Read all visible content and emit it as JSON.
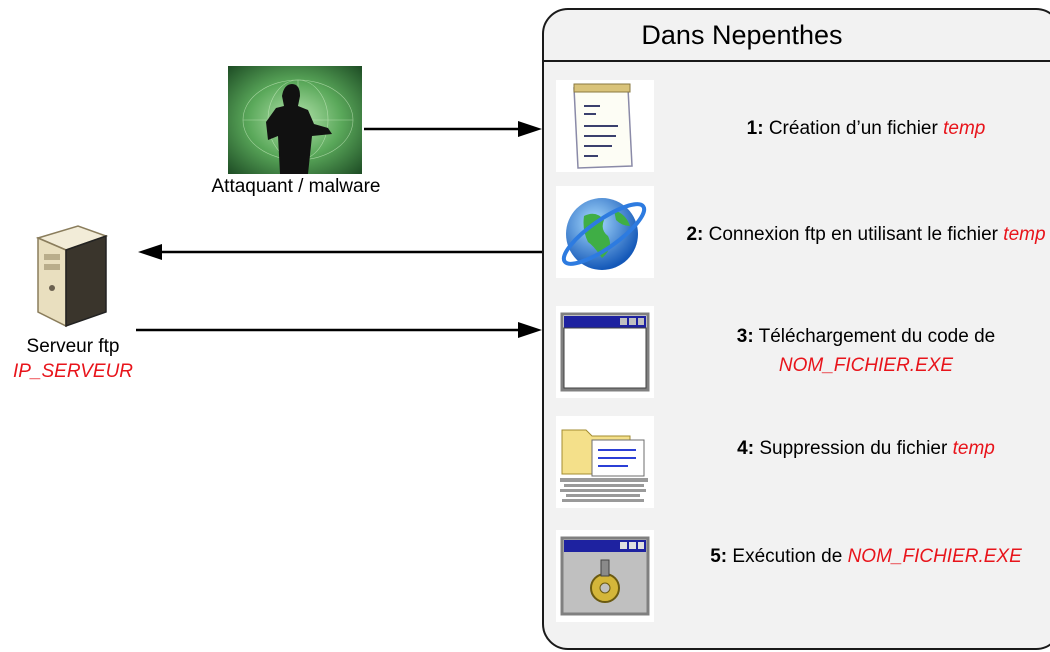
{
  "panel": {
    "title": "Dans Nepenthes"
  },
  "steps": [
    {
      "icon": "notepad-icon",
      "num": "1:",
      "text": " Création d’un fichier ",
      "highlight": "temp",
      "text2": ""
    },
    {
      "icon": "globe-icon",
      "num": "2:",
      "text": " Connexion ftp en utilisant le fichier ",
      "highlight": "temp",
      "text2": ""
    },
    {
      "icon": "window-icon",
      "num": "3:",
      "text": " Téléchargement du code de ",
      "highlight": "NOM_FICHIER.EXE",
      "text2": ""
    },
    {
      "icon": "folder-delete-icon",
      "num": "4:",
      "text": " Suppression du fichier ",
      "highlight": "temp",
      "text2": ""
    },
    {
      "icon": "window-gear-icon",
      "num": "5:",
      "text": " Exécution de ",
      "highlight": "NOM_FICHIER.EXE",
      "text2": ""
    }
  ],
  "attacker": {
    "label": "Attaquant / malware",
    "icon": "hacker-silhouette-icon"
  },
  "server": {
    "label": "Serveur ftp",
    "ip": "IP_SERVEUR",
    "icon": "server-tower-icon"
  },
  "colors": {
    "highlight": "#e8141b",
    "panel_bg": "#f2f2f2",
    "border": "#1a1a1a"
  }
}
